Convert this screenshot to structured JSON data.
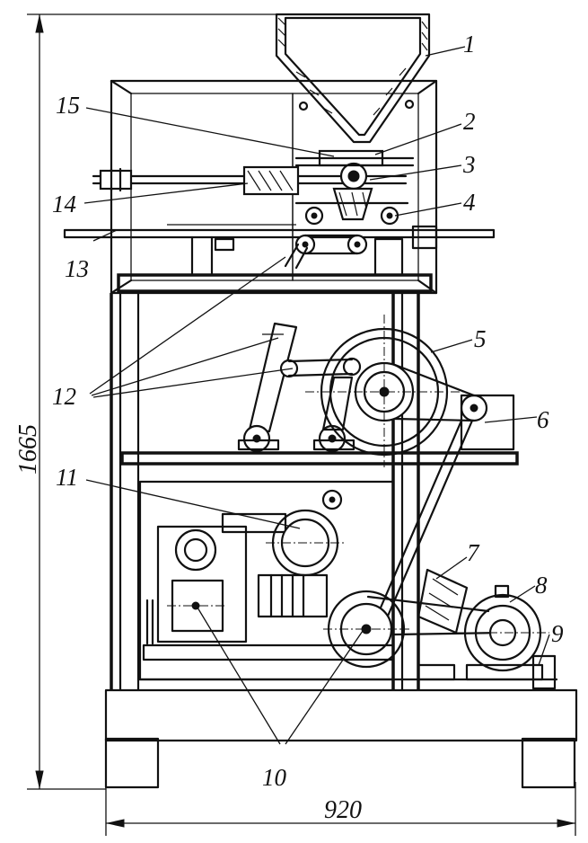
{
  "dimensions": {
    "height": "1665",
    "width": "920"
  },
  "callouts": [
    "1",
    "2",
    "3",
    "4",
    "5",
    "6",
    "7",
    "8",
    "9",
    "10",
    "11",
    "12",
    "13",
    "14",
    "15"
  ],
  "icons": [
    "hopper-icon",
    "frame-icon",
    "motor-icon",
    "pulley-icon",
    "belt-icon",
    "lever-icon",
    "pump-icon"
  ]
}
